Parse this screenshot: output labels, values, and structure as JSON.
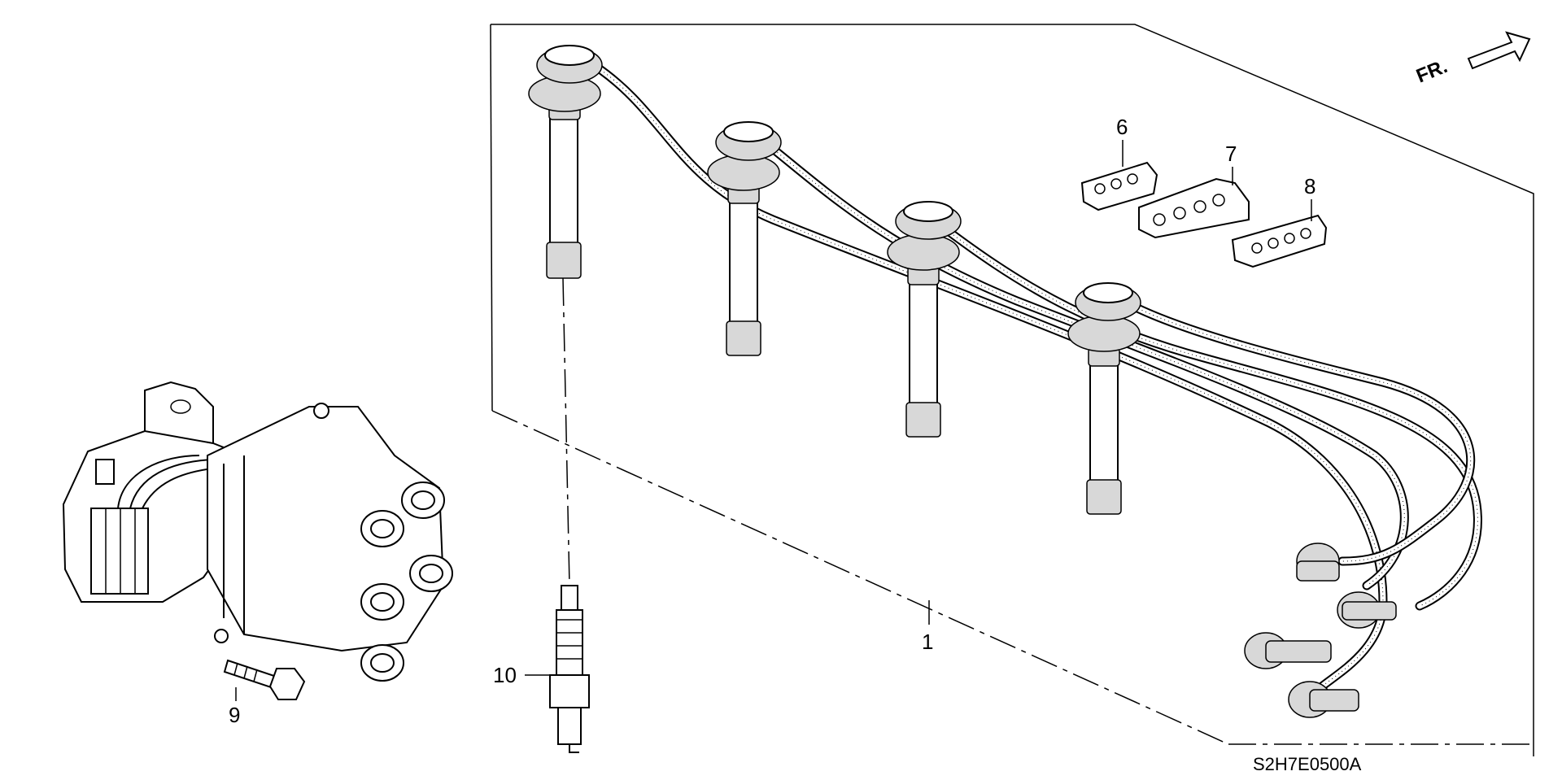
{
  "diagram": {
    "front_label": "FR.",
    "drawing_code": "S2H7E0500A",
    "callouts": [
      {
        "id": "1",
        "part": "ignition-wire-set"
      },
      {
        "id": "6",
        "part": "wire-clamp-a"
      },
      {
        "id": "7",
        "part": "wire-clamp-b"
      },
      {
        "id": "8",
        "part": "wire-clamp-c"
      },
      {
        "id": "9",
        "part": "distributor-bolt"
      },
      {
        "id": "10",
        "part": "spark-plug"
      }
    ]
  }
}
